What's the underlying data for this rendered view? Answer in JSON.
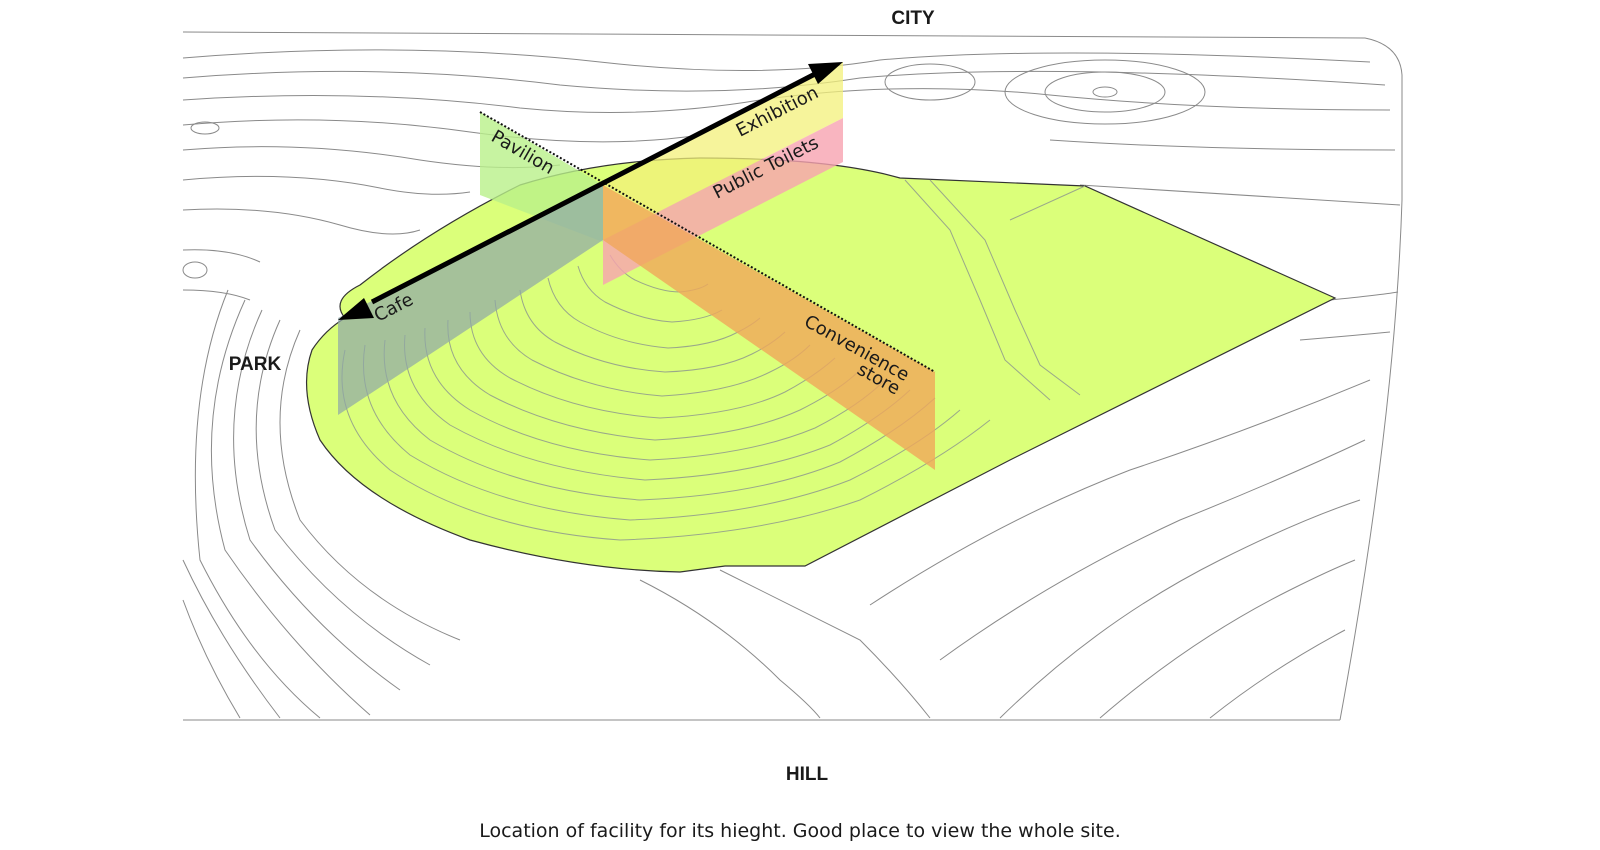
{
  "labels": {
    "city": "CITY",
    "park": "PARK",
    "hill": "HILL",
    "caption": "Location of facility for its hieght. Good place to view the whole site."
  },
  "facilities": {
    "exhibition": "Exhibition",
    "public_toilets": "Public Toilets",
    "pavilion": "Pavilion",
    "cafe": "Cafe",
    "convenience_line1": "Convenience",
    "convenience_line2": "store"
  },
  "colors": {
    "hill_fill": "#dbff7a",
    "exhibition_plane": "#f3f07a",
    "toilets_plane": "#f7a3b0",
    "pavilion_plane": "#b9f08a",
    "cafe_plane": "#8fa6a8",
    "convenience_plane": "#f0a85a",
    "arrow": "#000000"
  }
}
